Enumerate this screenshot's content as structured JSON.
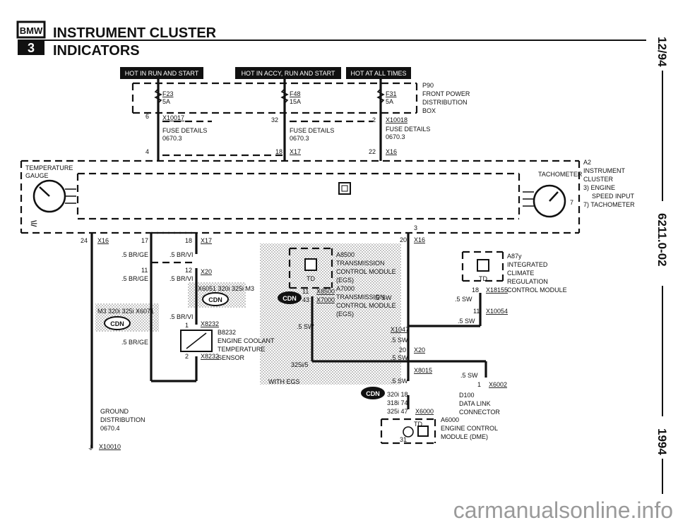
{
  "header": {
    "logo": "BMW",
    "series": "3",
    "title": "INSTRUMENT CLUSTER",
    "subtitle": "INDICATORS"
  },
  "side": {
    "date": "12/94",
    "doc_number": "6211.0-02",
    "year": "1994"
  },
  "power_bars": [
    "HOT IN RUN AND START",
    "HOT IN ACCY, RUN AND START",
    "HOT AT ALL TIMES"
  ],
  "fuses": {
    "f23": {
      "name": "F23",
      "amp": "5A"
    },
    "f48": {
      "name": "F48",
      "amp": "15A"
    },
    "f31": {
      "name": "F31",
      "amp": "5A"
    },
    "p90": [
      "P90",
      "FRONT POWER",
      "DISTRIBUTION",
      "BOX"
    ],
    "details1": [
      "FUSE DETAILS",
      "0670.3"
    ],
    "details2": [
      "FUSE DETAILS",
      "0670.3"
    ],
    "details3": [
      "FUSE DETAILS",
      "0670.3"
    ]
  },
  "connectors": {
    "x10017": "X10017",
    "x10018": "X10018",
    "x17_top": "X17",
    "x16_top": "X16",
    "x16_left": "X16",
    "x17_mid": "X17",
    "x20_mid": "X20",
    "x6051": "X6051 320i 325i M3",
    "x6071": "M3 320i 325i X6071",
    "x8232a": "X8232",
    "x8232b": "X8232",
    "x16_right": "X16",
    "x8500": "X8500",
    "x7000": "X7000",
    "x18155": "X18155",
    "x10054": "X10054",
    "x1047": "X1047",
    "x20_right": "X20",
    "x8015": "X8015",
    "x6002": "X6002",
    "x6000": "X6000",
    "x10010": "X10010"
  },
  "pins": {
    "p6": "6",
    "p32": "32",
    "p2": "2",
    "p4": "4",
    "p18": "18",
    "p22": "22",
    "p24": "24",
    "p17": "17",
    "p18b": "18",
    "p11": "11",
    "p12": "12",
    "p1": "1",
    "p2b": "2",
    "p3": "3",
    "p20": "20",
    "p11b": "11",
    "p43": "43",
    "p18c": "18",
    "p11c": "11",
    "p20b": "20",
    "p1b": "1",
    "p31": "31",
    "p7": "7"
  },
  "wires": {
    "w_brge1": ".5 BR/GE",
    "w_brvi1": ".5 BR/VI",
    "w_brge2": ".5 BR/GE",
    "w_brvi2": ".5 BR/VI",
    "w_brvi3": ".5 BR/VI",
    "w_brge3": ".5 BR/GE",
    "w_sw1": ".5 SW",
    "w_sw2": ".5 SW",
    "w_sw3": ".5 SW",
    "w_sw4": ".5 SW",
    "w_sw5": ".5 SW",
    "w_sw6": ".5 SW",
    "w_sw7": ".5 SW",
    "w_sw8": ".5 SW"
  },
  "components": {
    "a2": [
      "A2",
      "INSTRUMENT",
      "CLUSTER",
      "3) ENGINE",
      "SPEED INPUT",
      "7) TACHOMETER"
    ],
    "temp_gauge": [
      "TEMPERATURE",
      "GAUGE"
    ],
    "tachometer": "TACHOMETER",
    "a8500": [
      "A8500",
      "TRANSMISSION",
      "CONTROL MODULE",
      "(EGS)"
    ],
    "a7000": [
      "A7000",
      "TRANSMISSION",
      "CONTROL MODULE",
      "(EGS)"
    ],
    "a87y": [
      "A87y",
      "INTEGRATED",
      "CLIMATE",
      "REGULATION",
      "CONTROL MODULE"
    ],
    "b8232": [
      "B8232",
      "ENGINE COOLANT",
      "TEMPERATURE",
      "SENSOR"
    ],
    "d100": [
      "D100",
      "DATA LINK",
      "CONNECTOR"
    ],
    "a6000": [
      "A6000",
      "ENGINE CONTROL",
      "MODULE (DME)"
    ],
    "ground": [
      "GROUND",
      "DISTRIBUTION",
      "0670.4"
    ],
    "td": "TD",
    "cdn": "CDN",
    "with_egs": "WITH EGS",
    "s325i5": "325i/5",
    "dme_pins": [
      "320i 18",
      "318i 74",
      "325i 47"
    ]
  },
  "watermark": "carmanualsonline.info"
}
